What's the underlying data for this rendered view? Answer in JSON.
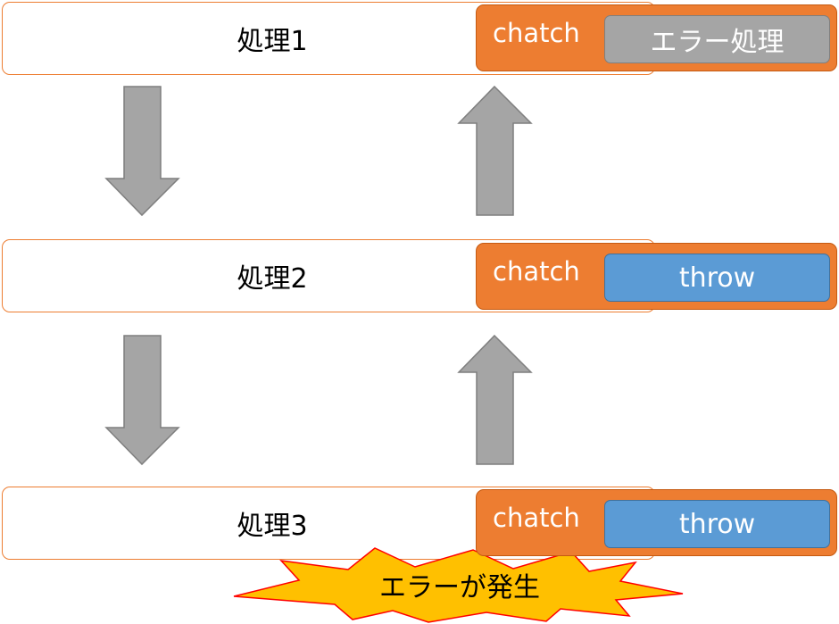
{
  "processes": [
    {
      "label": "処理1",
      "catch_label": "chatch",
      "handler_label": "エラー処理",
      "handler_kind": "gray"
    },
    {
      "label": "処理2",
      "catch_label": "chatch",
      "handler_label": "throw",
      "handler_kind": "blue"
    },
    {
      "label": "処理3",
      "catch_label": "chatch",
      "handler_label": "throw",
      "handler_kind": "blue"
    }
  ],
  "error_burst": {
    "label": "エラーが発生"
  },
  "colors": {
    "process_border": "#ED7D31",
    "catch_fill": "#ED7D31",
    "error_handler_fill": "#A5A5A5",
    "throw_fill": "#5B9BD5",
    "arrow_fill": "#A5A5A5",
    "arrow_stroke": "#7F7F7F",
    "burst_fill": "#FFC000",
    "burst_stroke": "#FF0000"
  }
}
